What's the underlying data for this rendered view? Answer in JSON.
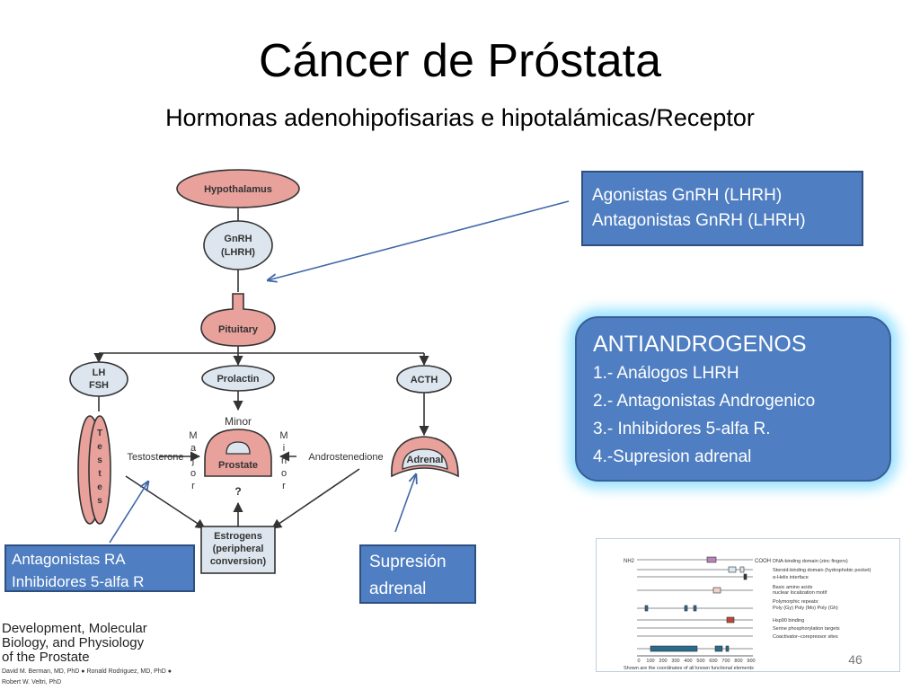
{
  "slide": {
    "title": "Cáncer  de Próstata",
    "subtitle": "Hormonas adenohipofisarias e hipotalámicas/Receptor",
    "page_number": "46"
  },
  "diagram": {
    "hypothalamus": "Hypothalamus",
    "gnrh_line1": "GnRH",
    "gnrh_line2": "(LHRH)",
    "pituitary": "Pituitary",
    "lh": "LH",
    "fsh": "FSH",
    "prolactin": "Prolactin",
    "acth": "ACTH",
    "minor_top": "Minor",
    "testes_letters": [
      "T",
      "e",
      "s",
      "t",
      "e",
      "s"
    ],
    "major_letters": [
      "M",
      "a",
      "j",
      "o",
      "r"
    ],
    "minor_letters": [
      "M",
      "i",
      "n",
      "o",
      "r"
    ],
    "testosterone": "Testosterone",
    "androstenedione": "Androstenedione",
    "prostate": "Prostate",
    "question": "?",
    "adrenal": "Adrenal",
    "estrogens_line1": "Estrogens",
    "estrogens_line2": "(peripheral",
    "estrogens_line3": "conversion)",
    "colors": {
      "node_fill": "#dde6ee",
      "pink_fill": "#e8a19b",
      "stroke": "#333333",
      "arrow_blue": "#3f67a8"
    }
  },
  "callouts": {
    "agonistas": [
      "Agonistas GnRH  (LHRH)",
      "Antagonistas GnRH  (LHRH)"
    ],
    "antiandrogenos": {
      "heading": "ANTIANDROGENOS",
      "items": [
        "1.- Análogos LHRH",
        "2.- Antagonistas Androgenico",
        "3.- Inhibidores 5-alfa R.",
        "4.-Supresion  adrenal"
      ]
    },
    "antagonistas_ra": [
      "Antagonistas RA",
      "Inhibidores 5-alfa R"
    ],
    "supresion": [
      "Supresión",
      "adrenal"
    ]
  },
  "book": {
    "title_lines": [
      "Development, Molecular",
      "Biology, and Physiology",
      "of the Prostate"
    ],
    "authors_lines": [
      "David M. Berman, MD, PhD ● Ronald Rodriguez, MD, PhD ●",
      "Robert W. Veltri, PhD"
    ]
  },
  "inset": {
    "nh2": "NH2",
    "cooh": "COOH",
    "labels": [
      "DNA-binding domain (zinc fingers)",
      "Steroid-binding domain (hydrophobic pocket)",
      "α-Helix interface",
      "Basic amino acids",
      "nuclear localization motif",
      "Polymorphic repeats:",
      "Poly (Gy) Poly (Mo) Poly (Gh)",
      "Hsp90 binding",
      "Serine phosphorylation targets",
      "Coactivator–corepressor sites"
    ],
    "axis_ticks": [
      "0",
      "100",
      "200",
      "300",
      "400",
      "500",
      "600",
      "700",
      "800",
      "900"
    ],
    "caption": "Shown are the coordinates of all known functional elements"
  }
}
